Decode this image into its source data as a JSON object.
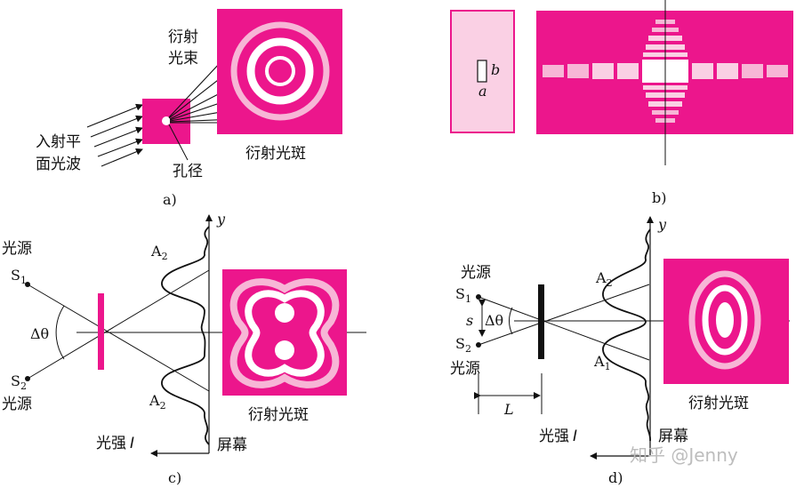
{
  "panel_a": {
    "caption": "a)",
    "label_beam_line1": "衍射",
    "label_beam_line2": "光束",
    "label_wave_line1": "入射平",
    "label_wave_line2": "面光波",
    "label_aperture": "孔径",
    "label_spot": "衍射光斑"
  },
  "panel_b": {
    "caption": "b)",
    "label_a": "a",
    "label_b": "b"
  },
  "panel_c": {
    "caption": "c)",
    "label_source_top": "光源",
    "label_s1": "S",
    "label_s1_sub": "1",
    "label_s2": "S",
    "label_s2_sub": "2",
    "label_source_bottom": "光源",
    "label_delta_theta": "Δθ",
    "label_a2_top": "A",
    "label_a2_top_sub": "2",
    "label_a2_bottom": "A",
    "label_a2_bottom_sub": "2",
    "label_y": "y",
    "label_intensity": "光强",
    "label_intensity_var": "I",
    "label_screen": "屏幕",
    "label_spot": "衍射光斑"
  },
  "panel_d": {
    "caption": "d)",
    "label_source_top": "光源",
    "label_s1": "S",
    "label_s1_sub": "1",
    "label_s": "s",
    "label_s2": "S",
    "label_s2_sub": "2",
    "label_source_bottom": "光源",
    "label_delta_theta": "Δθ",
    "label_a2": "A",
    "label_a2_sub": "2",
    "label_a1": "A",
    "label_a1_sub": "1",
    "label_L": "L",
    "label_y": "y",
    "label_intensity": "光强",
    "label_intensity_var": "I",
    "label_screen": "屏幕",
    "label_spot": "衍射光斑"
  },
  "watermark": "知乎 @Jenny",
  "colors": {
    "magenta": "#EC168C",
    "light_pink": "#F7B6D6",
    "pale_pink": "#FAD0E4",
    "ink": "#111111"
  }
}
